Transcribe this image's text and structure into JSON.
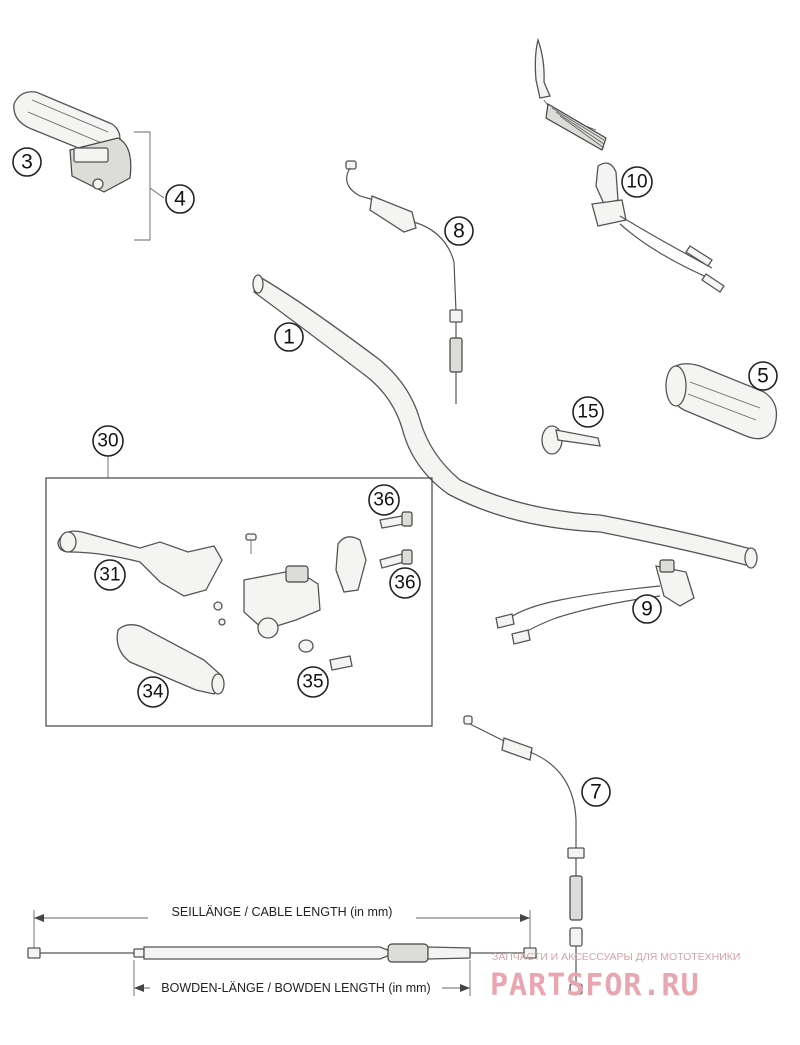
{
  "callouts": {
    "c1": "1",
    "c3": "3",
    "c4": "4",
    "c5": "5",
    "c7": "7",
    "c8": "8",
    "c9": "9",
    "c10": "10",
    "c15": "15",
    "c30": "30",
    "c31": "31",
    "c34": "34",
    "c35": "35",
    "c36a": "36",
    "c36b": "36"
  },
  "dimensions": {
    "cable_length": "SEILLÄNGE / CABLE LENGTH (in mm)",
    "bowden_length": "BOWDEN-LÄNGE / BOWDEN LENGTH (in mm)"
  },
  "watermark": {
    "subtitle": "ЗАПЧАСТИ И АКСЕССУАРЫ ДЛЯ МОТОТЕХНИКИ",
    "brand": "PARTSFOR.RU"
  },
  "colors": {
    "line": "#555555",
    "watermark": "#e8a6b0"
  }
}
